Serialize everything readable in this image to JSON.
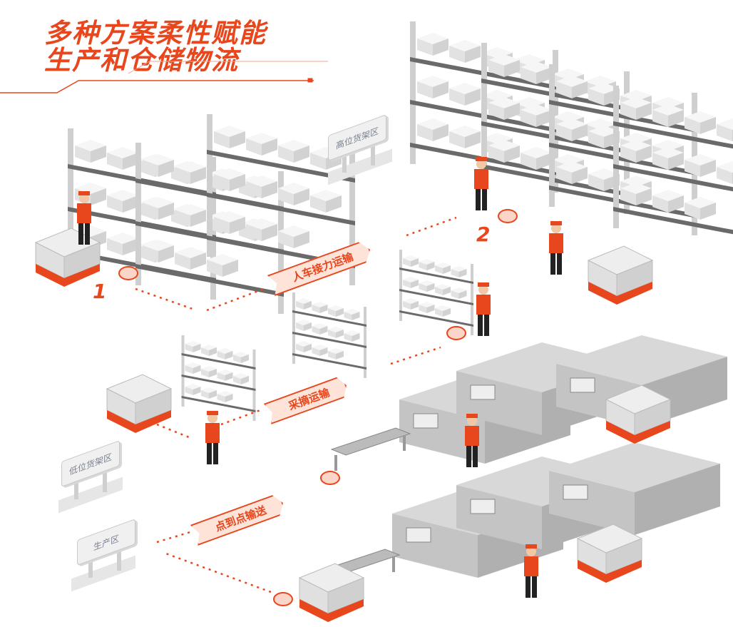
{
  "title": {
    "line1": "多种方案柔性赋能",
    "line2": "生产和仓储物流"
  },
  "signs": {
    "high_shelf": "高位货架区",
    "low_shelf": "低位货架区",
    "production": "生产区"
  },
  "banners": {
    "relay": "人车接力运输",
    "picking": "采摘运输",
    "p2p": "点到点输送"
  },
  "steps": {
    "one": "1",
    "two": "2"
  },
  "colors": {
    "accent": "#e8461c",
    "shelf": "#c9c9c9",
    "box": "#ededed"
  }
}
